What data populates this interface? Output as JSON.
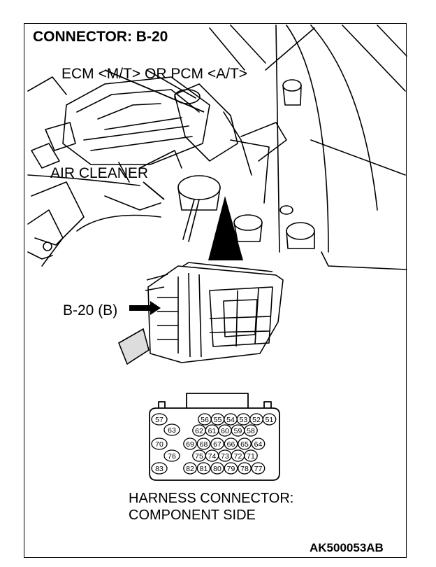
{
  "title": "CONNECTOR: B-20",
  "labels": {
    "ecm": "ECM <M/T> OR PCM <A/T>",
    "air_cleaner": "AIR CLEANER",
    "connector_ref": "B-20 (B)",
    "harness_line1": "HARNESS CONNECTOR:",
    "harness_line2": "COMPONENT SIDE",
    "figure_code": "AK500053AB"
  },
  "pins": {
    "left_column": [
      "57",
      "63",
      "70",
      "76",
      "83"
    ],
    "row1": [
      "56",
      "55",
      "54",
      "53",
      "52",
      "51"
    ],
    "row2": [
      "62",
      "61",
      "60",
      "59",
      "58"
    ],
    "row3": [
      "69",
      "68",
      "67",
      "66",
      "65",
      "64"
    ],
    "row4": [
      "75",
      "74",
      "73",
      "72",
      "71"
    ],
    "row5": [
      "82",
      "81",
      "80",
      "79",
      "78",
      "77"
    ]
  }
}
